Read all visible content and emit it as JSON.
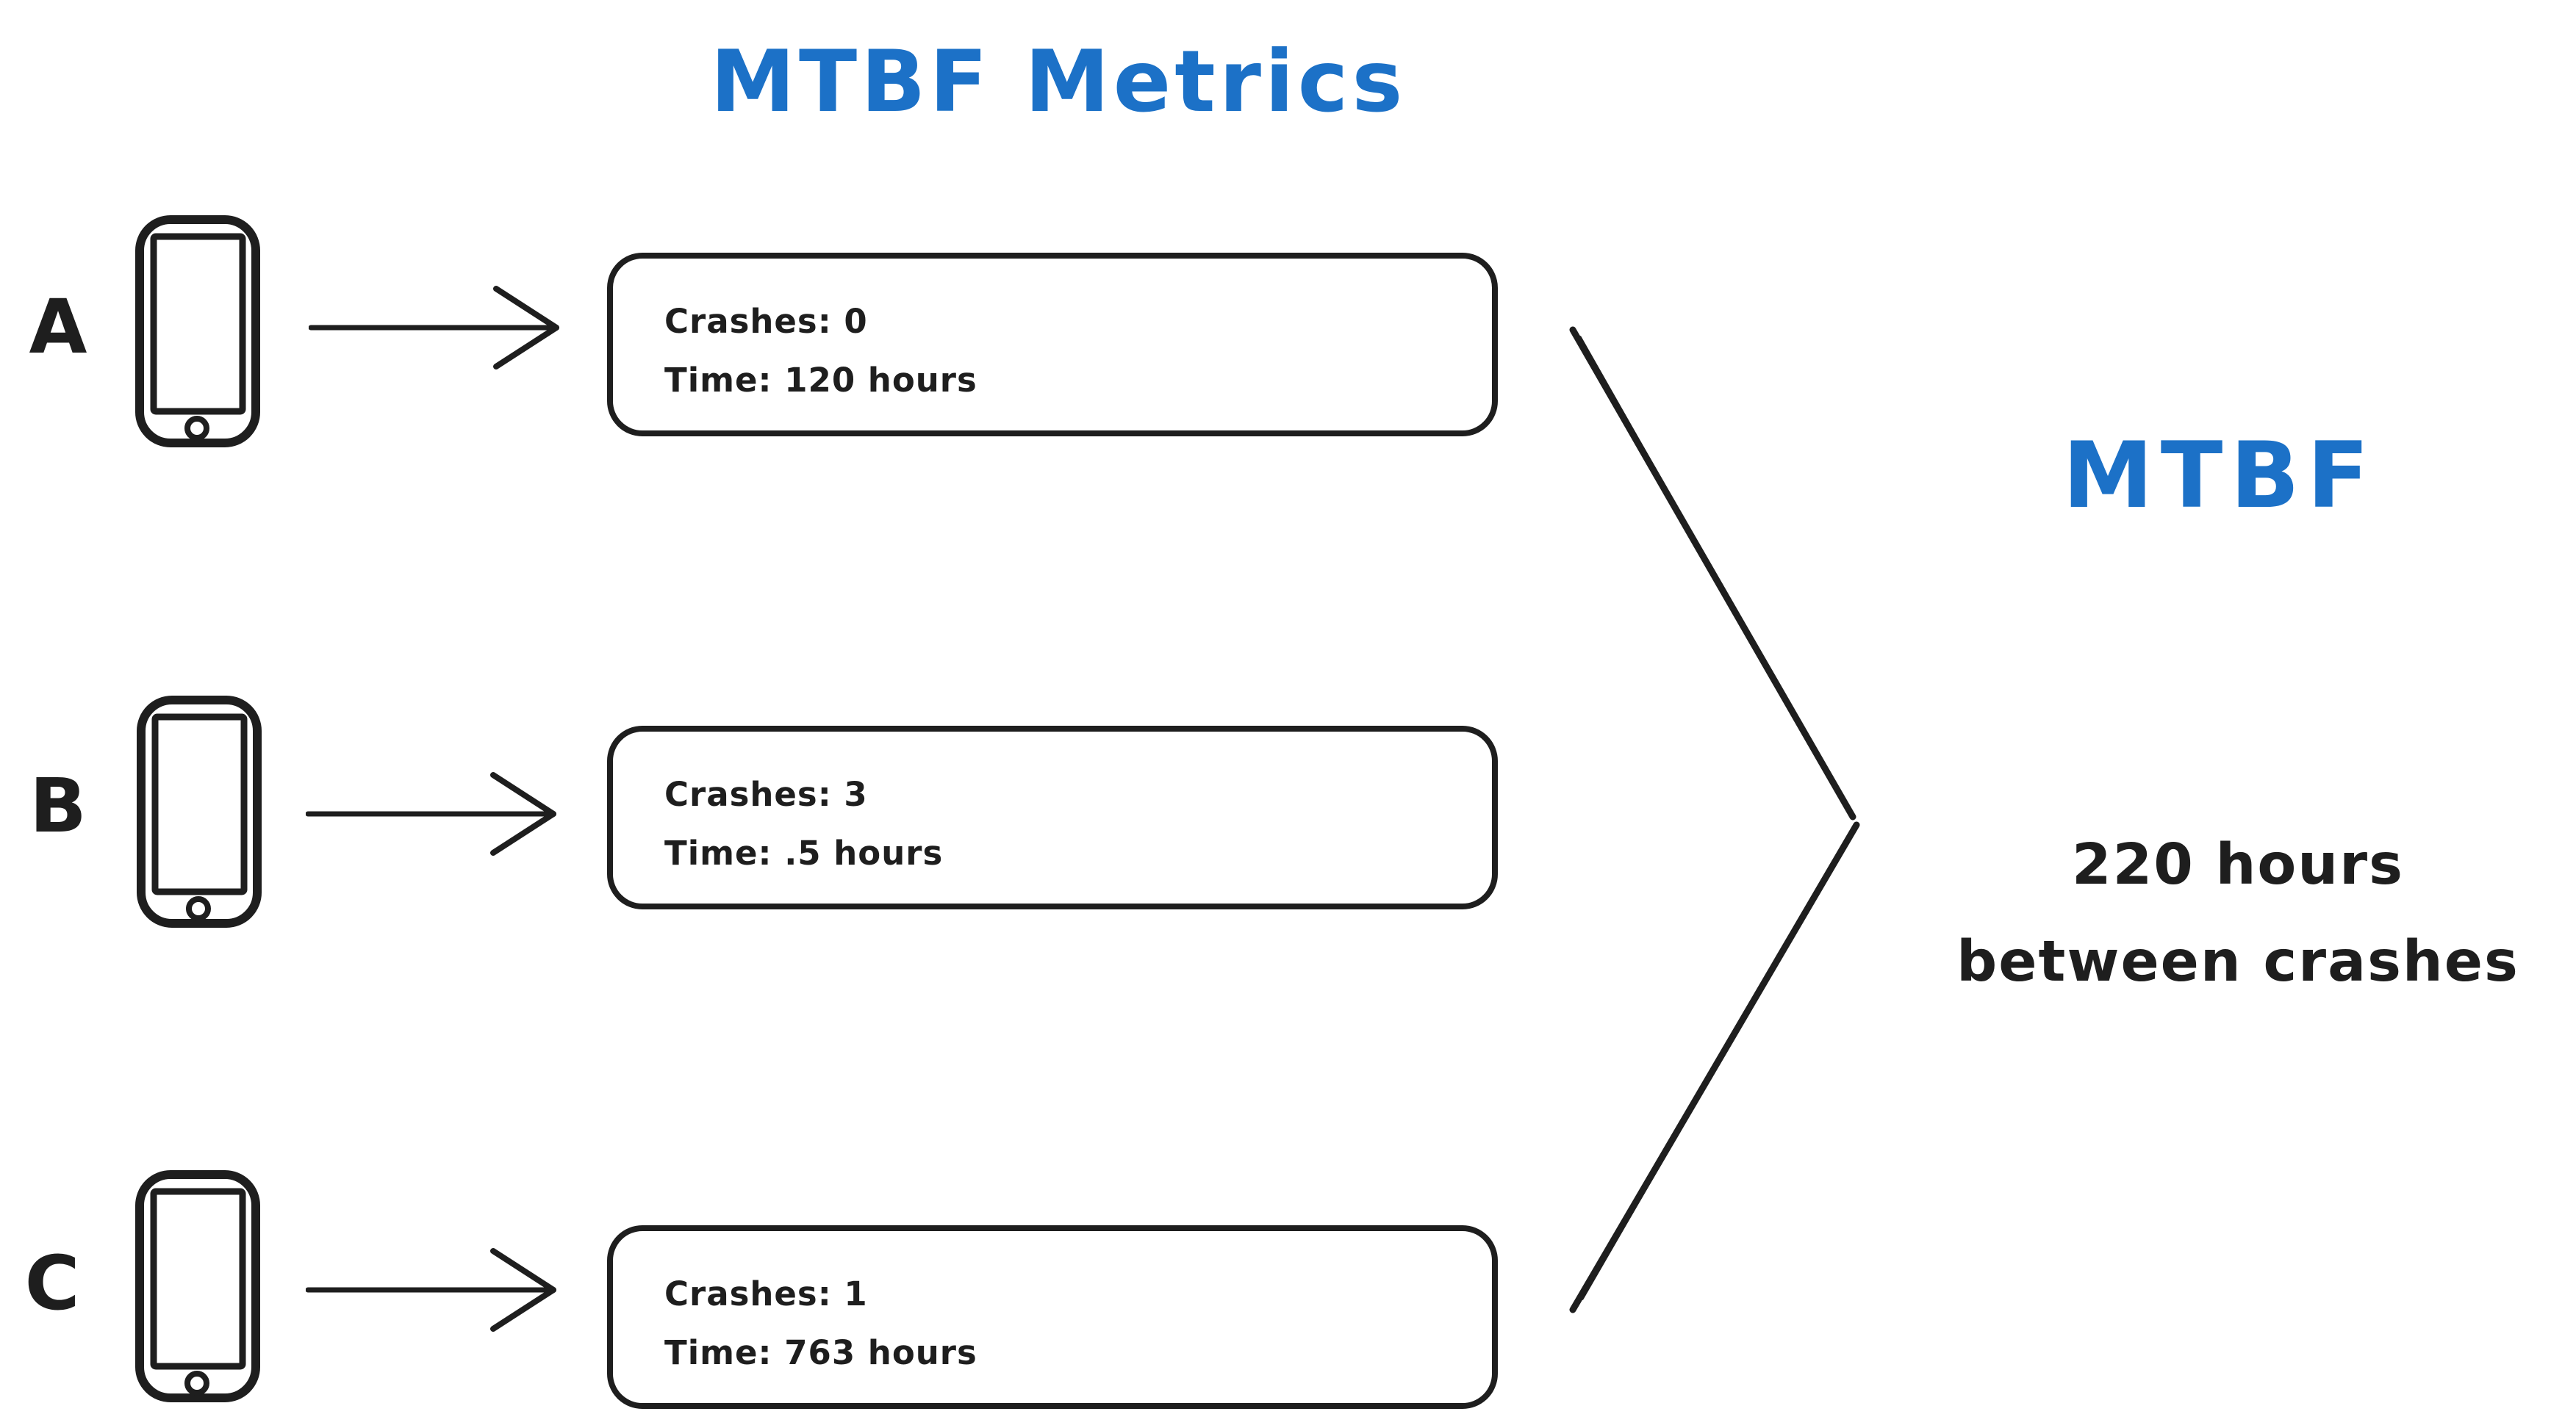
{
  "title": "MTBF Metrics",
  "colors": {
    "accent_blue": "#1c71c7",
    "ink_black": "#1e1e1e"
  },
  "devices": [
    {
      "label": "A",
      "crashes_text": "Crashes: 0",
      "time_text": "Time: 120 hours"
    },
    {
      "label": "B",
      "crashes_text": "Crashes: 3",
      "time_text": "Time: .5 hours"
    },
    {
      "label": "C",
      "crashes_text": "Crashes: 1",
      "time_text": "Time: 763 hours"
    }
  ],
  "result": {
    "heading": "MTBF",
    "value_line1": "220 hours",
    "value_line2": "between crashes"
  },
  "icons": {
    "device": "smartphone-icon",
    "flow": "arrow-right-icon",
    "aggregate": "merge-chevron-icon"
  }
}
